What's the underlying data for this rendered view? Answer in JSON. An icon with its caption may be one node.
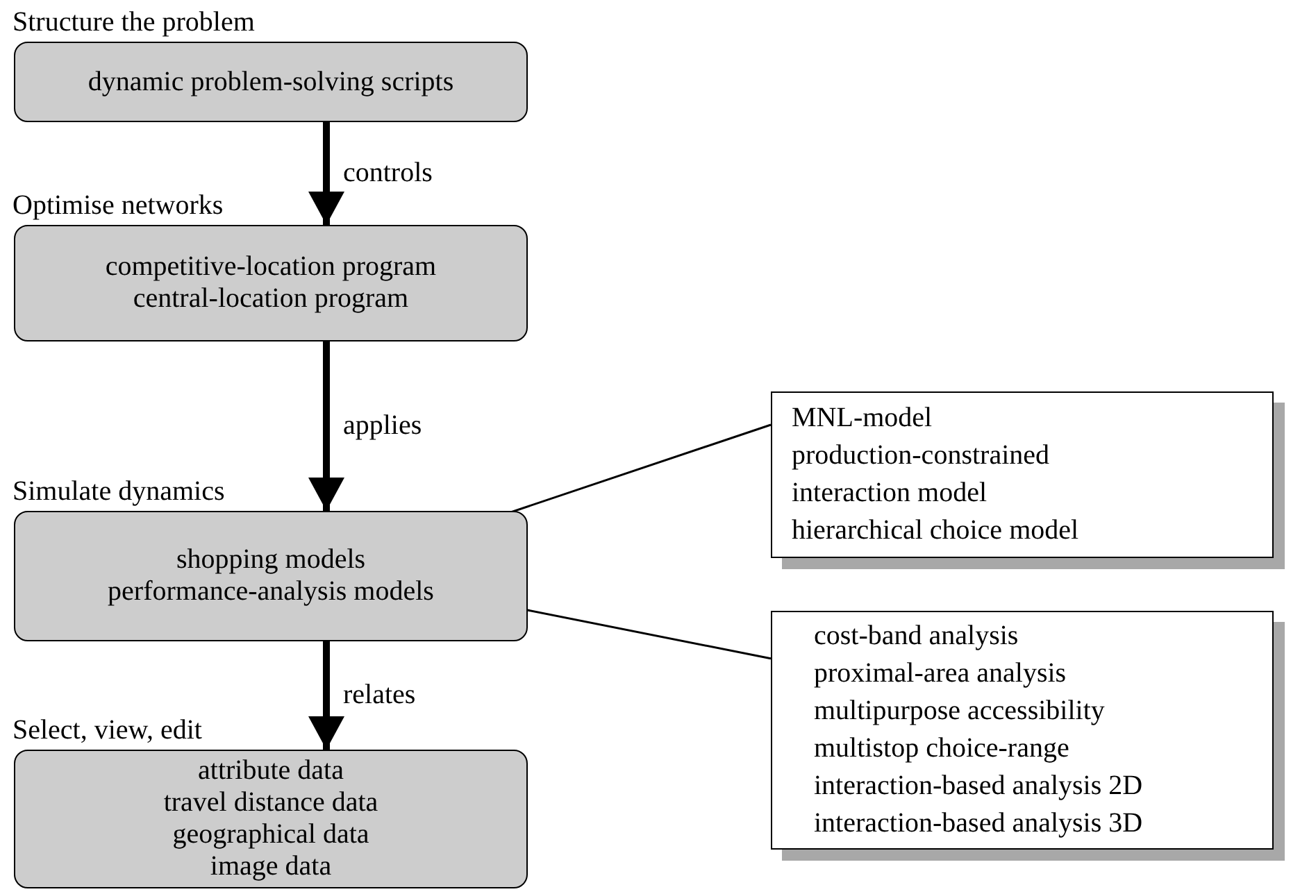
{
  "diagram": {
    "nodes": [
      {
        "text": [
          "Structure the problem",
          "dynamic problem-solving scripts"
        ]
      },
      {
        "text": [
          "Optimise networks",
          "competitive-location program",
          "central-location program"
        ]
      },
      {
        "text": [
          "Simulate dynamics"
        ]
      },
      {
        "text": [
          "shopping models"
        ],
        "in": 2
      },
      {
        "text": [
          "performance-analysis models"
        ],
        "in": 2
      },
      {
        "text": [
          "Select, view, edit",
          "attribute data",
          "travel distance data",
          "geographical data",
          "image data"
        ]
      },
      {
        "text": [
          "MNL-model",
          "production-constrained",
          "interaction model",
          "hierarchical choice model"
        ]
      },
      {
        "text": [
          "cost-band analysis",
          "proximal-area analysis",
          "multipurpose accessibility",
          "multistop choice-range",
          "interaction-based analysis 2D",
          "interaction-based analysis 3D"
        ]
      }
    ],
    "edges": [
      {
        "from": 0,
        "to": 1,
        "arrow": "to",
        "label": "controls"
      },
      {
        "from": 1,
        "to": 2,
        "arrow": "to",
        "label": "applies"
      },
      {
        "from": 2,
        "to": 5,
        "arrow": "to",
        "label": "relates"
      },
      {
        "from": 6,
        "to": 3,
        "arrow": "none"
      },
      {
        "from": 7,
        "to": 4,
        "arrow": "none"
      }
    ]
  }
}
